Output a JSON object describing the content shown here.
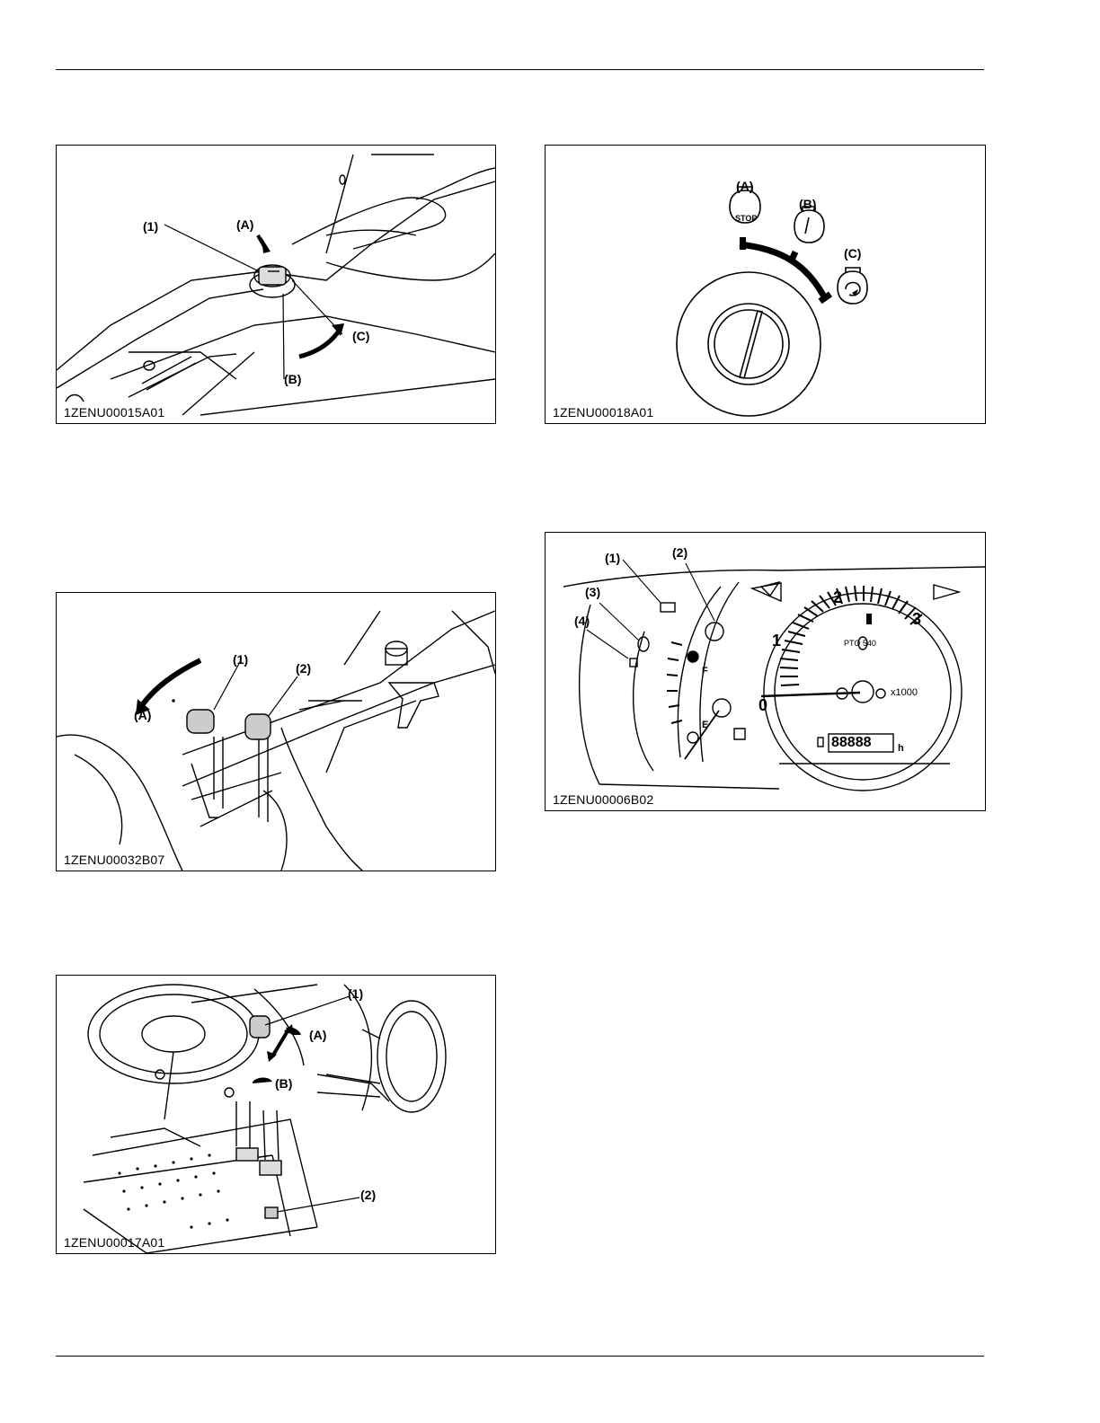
{
  "figures": {
    "fig1": {
      "id": "1ZENU00015A01",
      "labels": {
        "l1": "(1)",
        "lA": "(A)",
        "lB": "(B)",
        "lC": "(C)"
      }
    },
    "fig2": {
      "id": "1ZENU00018A01",
      "labels": {
        "lA": "(A)",
        "lB": "(B)",
        "lC": "(C)",
        "stop": "STOP"
      }
    },
    "fig3": {
      "id": "1ZENU00032B07",
      "labels": {
        "l1": "(1)",
        "l2": "(2)",
        "lA": "(A)"
      }
    },
    "fig4": {
      "id": "1ZENU00006B02",
      "labels": {
        "l1": "(1)",
        "l2": "(2)",
        "l3": "(3)",
        "l4": "(4)"
      },
      "gauge": {
        "tick0": "0",
        "tick1": "1",
        "tick2": "2",
        "tick3": "3",
        "pto": "PTO 540",
        "multiplier": "x1000",
        "hours": "88888",
        "hours_unit": "h",
        "fuel_full": "F",
        "fuel_empty": "E"
      }
    },
    "fig5": {
      "id": "1ZENU00017A01",
      "labels": {
        "l1": "(1)",
        "l2": "(2)",
        "lA": "(A)",
        "lB": "(B)"
      }
    }
  }
}
